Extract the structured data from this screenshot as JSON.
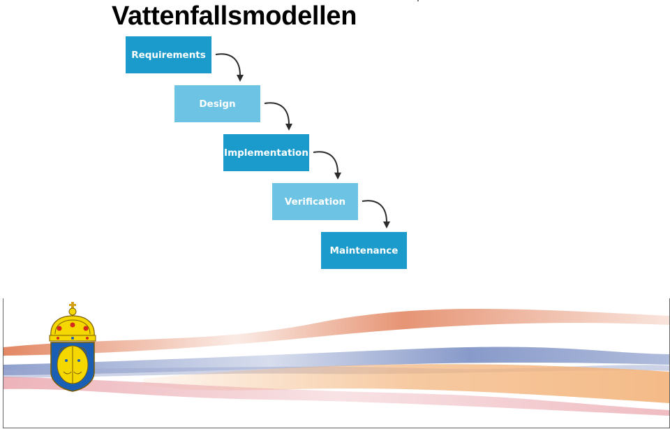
{
  "title": "Vattenfallsmodellen",
  "steps": [
    {
      "label": "Requirements",
      "color": "#1a9bcb"
    },
    {
      "label": "Design",
      "color": "#6cc3e3"
    },
    {
      "label": "Implementation",
      "color": "#1a9bcb"
    },
    {
      "label": "Verification",
      "color": "#6cc3e3"
    },
    {
      "label": "Maintenance",
      "color": "#1a9bcb"
    }
  ],
  "colors": {
    "dark_blue": "#1a9bcb",
    "light_blue": "#6cc3e3",
    "arrow": "#2b2b2b",
    "wave_orange": "#e07a52",
    "wave_blue": "#7b8fc4",
    "wave_peach": "#f3b37a",
    "wave_pink": "#e8a0a8",
    "emblem_yellow": "#f5d800",
    "emblem_blue": "#1a5fb4",
    "crown_red": "#d42a1e"
  }
}
